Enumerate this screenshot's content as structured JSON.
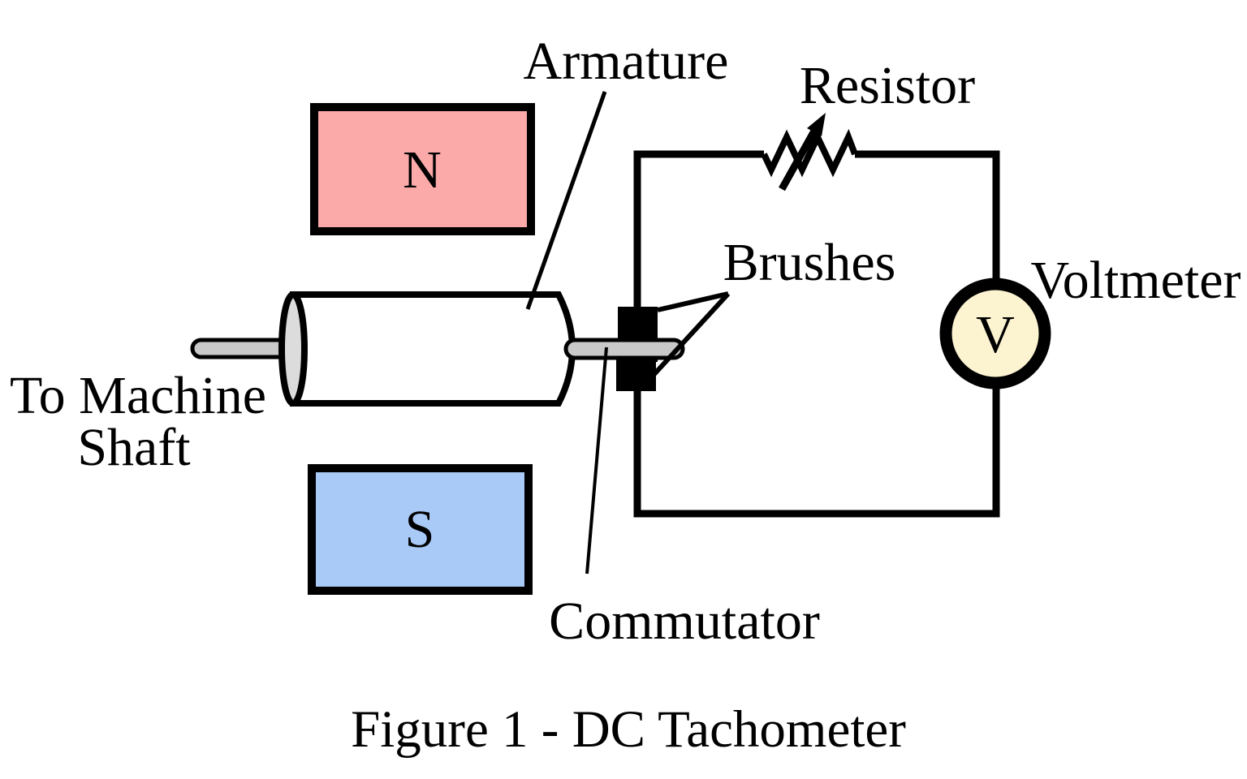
{
  "diagram": {
    "title": "Figure 1 - DC Tachometer",
    "labels": {
      "armature": "Armature",
      "resistor": "Resistor",
      "brushes": "Brushes",
      "voltmeter": "Voltmeter",
      "commutator": "Commutator",
      "to_machine_shaft_line1": "To Machine",
      "to_machine_shaft_line2": "Shaft",
      "north_pole": "N",
      "south_pole": "S",
      "voltmeter_symbol": "V"
    },
    "colors": {
      "north_pole_fill": "#FBA9A9",
      "south_pole_fill": "#A9CAF7",
      "voltmeter_face_fill": "#FCF3D1",
      "shaft_fill": "#C9C9C9",
      "cylinder_cap_fill": "#DCDCDC",
      "cylinder_body_fill": "#FFFFFF",
      "stroke": "#000000",
      "background": "#FFFFFF"
    }
  }
}
